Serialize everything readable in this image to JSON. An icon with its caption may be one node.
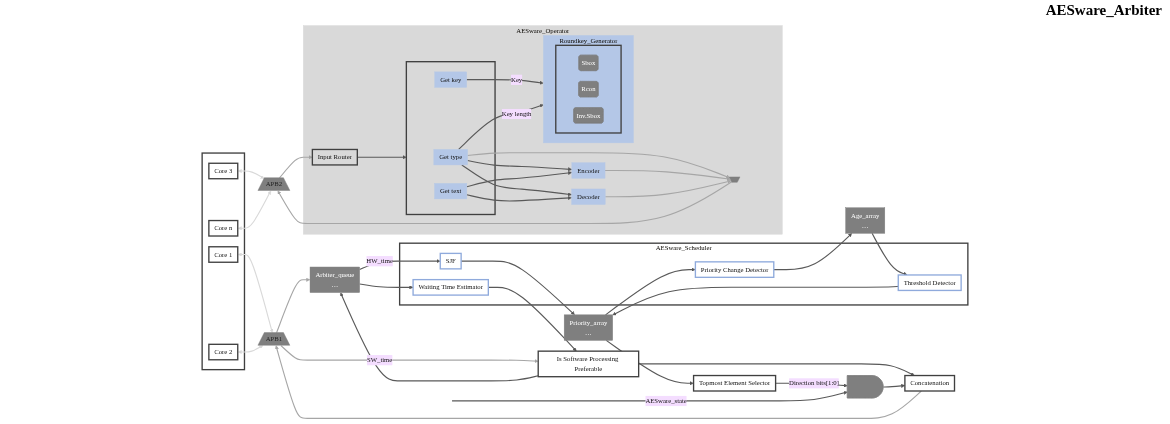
{
  "diagram": {
    "nodes": [
      {
        "text": [],
        "shape": "box"
      },
      {
        "text": [
          "Core 1"
        ],
        "in": 0
      },
      {
        "text": [
          "Core 2"
        ],
        "in": 0
      },
      {
        "text": [
          "Core 3"
        ],
        "in": 0
      },
      {
        "text": [
          "Core n"
        ],
        "in": 0
      },
      {
        "text": [
          "APB1"
        ]
      },
      {
        "text": [
          "APB2"
        ]
      },
      {
        "text": [
          "AESware_Scheduler"
        ]
      },
      {
        "text": [
          "Waiting Time Estimator"
        ],
        "in": 7
      },
      {
        "text": [
          "SJF"
        ],
        "in": 7
      },
      {
        "text": [
          "Threshold Detector"
        ],
        "in": 7
      },
      {
        "text": [
          "Priority Change Detector"
        ],
        "in": 7
      },
      {
        "text": [
          "Arbiter_queue",
          "…"
        ]
      },
      {
        "text": [
          "Priority_array",
          "…"
        ]
      },
      {
        "text": [
          "Age_array",
          "…"
        ]
      },
      {
        "text": [
          "Is Software Processing Preferable"
        ]
      },
      {
        "text": [
          "Concatenation"
        ]
      },
      {
        "text": [],
        "shape": "gate"
      },
      {
        "text": [
          "Topmost Element Selector"
        ]
      },
      {
        "text": [
          "AESware_Operator"
        ]
      },
      {
        "text": [],
        "shape": "trapezoid",
        "in": 19
      },
      {
        "text": [
          "Input Router"
        ],
        "in": 19
      },
      {
        "text": [],
        "shape": "box",
        "in": 19
      },
      {
        "text": [
          "Get type"
        ],
        "in": 22
      },
      {
        "text": [
          "Get text"
        ],
        "in": 22
      },
      {
        "text": [
          "Get key"
        ],
        "in": 22
      },
      {
        "text": [
          "Roundkey_Generator"
        ],
        "in": 19
      },
      {
        "text": [],
        "shape": "box",
        "in": 26
      },
      {
        "text": [
          "Sbox"
        ],
        "in": 27
      },
      {
        "text": [
          "Rcon"
        ],
        "in": 27
      },
      {
        "text": [
          "Inv.Sbox"
        ],
        "in": 27
      },
      {
        "text": [
          "Encoder"
        ],
        "in": 19
      },
      {
        "text": [
          "Decoder"
        ],
        "in": 19
      }
    ],
    "edges": [
      {
        "from": 1,
        "to": 5,
        "arrow": "both",
        "color": "#d9d9d9"
      },
      {
        "from": 2,
        "to": 5,
        "arrow": "both",
        "color": "#d9d9d9"
      },
      {
        "from": 3,
        "to": 6,
        "arrow": "both",
        "color": "#d9d9d9"
      },
      {
        "from": 4,
        "to": 6,
        "arrow": "both",
        "color": "#d9d9d9"
      },
      {
        "from": 5,
        "to": 12,
        "arrow": "to",
        "color": "#a6a6a6"
      },
      {
        "from": 5,
        "to": 15,
        "arrow": "to",
        "label": "SW_time",
        "color": "#a6a6a6"
      },
      {
        "from": 12,
        "to": 8,
        "arrow": "to"
      },
      {
        "from": 8,
        "to": 15,
        "arrow": "to"
      },
      {
        "from": 15,
        "to": 12,
        "arrow": "to"
      },
      {
        "from": 12,
        "to": 9,
        "arrow": "to",
        "label": "HW_time"
      },
      {
        "from": 9,
        "to": 13,
        "arrow": "to"
      },
      {
        "from": 10,
        "to": 13,
        "arrow": "to"
      },
      {
        "from": 13,
        "to": 11,
        "arrow": "to"
      },
      {
        "from": 14,
        "to": 10,
        "arrow": "to"
      },
      {
        "from": 11,
        "to": 14,
        "arrow": "to"
      },
      {
        "from": 13,
        "to": 18,
        "arrow": "to"
      },
      {
        "from": 15,
        "to": 16,
        "arrow": "to"
      },
      {
        "from": 18,
        "to": 17,
        "arrow": "to",
        "label": "Direction bits[1:0]"
      },
      {
        "from": null,
        "to": 17,
        "arrow": "to",
        "label": "AESware_state"
      },
      {
        "from": 17,
        "to": 16,
        "arrow": "to"
      },
      {
        "from": 16,
        "to": 5,
        "arrow": "to",
        "color": "#a6a6a6"
      },
      {
        "from": 6,
        "to": 21,
        "arrow": "to",
        "color": "#a6a6a6"
      },
      {
        "from": 21,
        "to": 22,
        "arrow": "to"
      },
      {
        "from": 23,
        "to": 20,
        "arrow": "to",
        "color": "#a6a6a6"
      },
      {
        "from": 31,
        "to": 20,
        "arrow": "to",
        "color": "#a6a6a6"
      },
      {
        "from": 32,
        "to": 20,
        "arrow": "to",
        "color": "#a6a6a6"
      },
      {
        "from": 20,
        "to": 6,
        "arrow": "to",
        "color": "#a6a6a6"
      },
      {
        "from": 25,
        "to": 26,
        "arrow": "to",
        "label": "Key"
      },
      {
        "from": 23,
        "to": 26,
        "arrow": "to",
        "label": "Key length"
      },
      {
        "from": 23,
        "to": 31,
        "arrow": "to"
      },
      {
        "from": 23,
        "to": 32,
        "arrow": "to"
      },
      {
        "from": 24,
        "to": 31,
        "arrow": "to"
      },
      {
        "from": 24,
        "to": 32,
        "arrow": "to"
      }
    ],
    "labels": [
      "AESware_Arbiter"
    ]
  }
}
